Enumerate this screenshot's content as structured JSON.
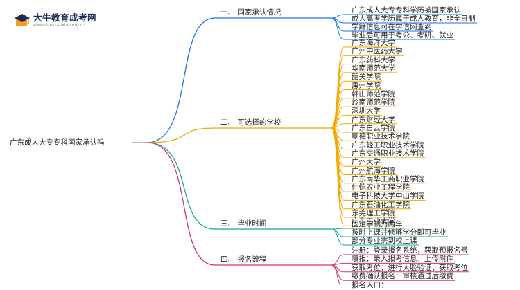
{
  "logo": {
    "title": "大牛教育成考网",
    "subtitle": "www.daniuzaixian.org.cn"
  },
  "colors": {
    "branch1": "#1a73e8",
    "branch2": "#f2a900",
    "branch3": "#12a8a0",
    "branch4": "#d5336f",
    "root_line": "#7a7a7a"
  },
  "mindmap": {
    "root": "广东成人大专专科国家承认吗",
    "branches": [
      {
        "label": "一、 国家承认情况",
        "items": [
          "广东成人大专专科学历被国家承认",
          "成人高考学历属于成人教育，非全日制",
          "学籍信息可在学信网查到",
          "毕业后可用于考公、考研、就业"
        ]
      },
      {
        "label": "二、 可选择的学校",
        "items": [
          "广东海洋大学",
          "广州中医药大学",
          "广东药科大学",
          "华南师范大学",
          "韶关学院",
          "惠州学院",
          "韩山师范学院",
          "岭南师范学院",
          "深圳大学",
          "广东财经大学",
          "广东白云学院",
          "顺德职业技术学院",
          "广东轻工职业技术学院",
          "广东交通职业技术学院",
          "广州大学",
          "广州航海学院",
          "广东南华工商职业学院",
          "仲恺农业工程学院",
          "电子科技大学中山学院",
          "广东石油化工学院",
          "东莞理工学院",
          "广东工业大学"
        ]
      },
      {
        "label": "三、 毕业时间",
        "items": [
          "固定学制为两年",
          "按时上课并修够学分即可毕业",
          "部分专业需到校上课"
        ]
      },
      {
        "label": "四、 报名流程",
        "items": [
          "注册：登录报名系统，获取预报名号",
          "填报：录入报考信息，上传附件",
          "获取考位：进行人脸验证，获取考位",
          "缴费确认报名：审核通过后缴费",
          "报名入口："
        ]
      }
    ]
  }
}
